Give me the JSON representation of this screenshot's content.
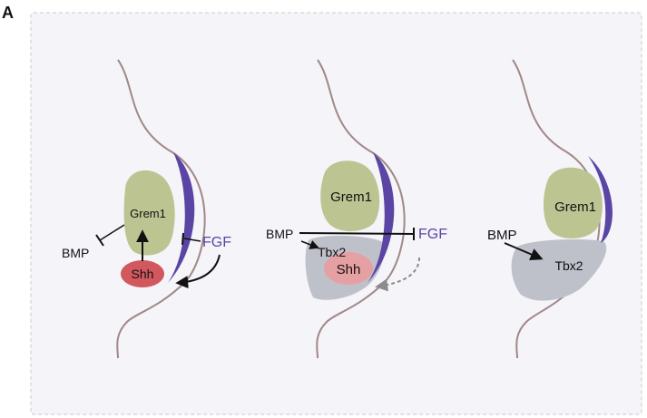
{
  "panel_label": "A",
  "colors": {
    "frame_fill": "#f5f4f8",
    "frame_stroke": "#c9c9cf",
    "outline": "#a08888",
    "ectoderm": "#5a45a5",
    "grem1": "#bcc592",
    "shh": "#d2585f",
    "shh_light": "#e5a0a3",
    "tbx2": "#bfc1ca",
    "text": "#111111",
    "fgf_text": "#5a45a5",
    "dashed_arrow": "#8c8c8c"
  },
  "panels": [
    {
      "grem1_label": "Grem1",
      "shh_label": "Shh",
      "bmp_label": "BMP",
      "fgf_label": "FGF"
    },
    {
      "grem1_label": "Grem1",
      "shh_label": "Shh",
      "tbx2_label": "Tbx2",
      "bmp_label": "BMP",
      "fgf_label": "FGF"
    },
    {
      "grem1_label": "Grem1",
      "tbx2_label": "Tbx2",
      "bmp_label": "BMP"
    }
  ]
}
